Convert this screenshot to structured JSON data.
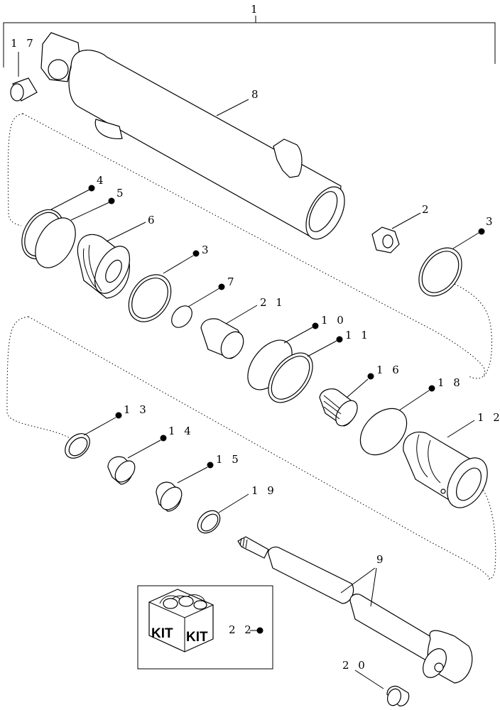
{
  "callouts": {
    "c1": "1",
    "c2": "2",
    "c3a": "3",
    "c3b": "3",
    "c4": "4",
    "c5": "5",
    "c6": "6",
    "c7": "7",
    "c8": "8",
    "c9": "9",
    "c10": "1 0",
    "c11": "1 1",
    "c12": "1 2",
    "c13": "1 3",
    "c14": "1 4",
    "c15": "1 5",
    "c16": "1 6",
    "c17": "1 7",
    "c18": "1 8",
    "c19": "1 9",
    "c20": "2 0",
    "c21": "2 1",
    "c22": "2 2"
  },
  "kit": {
    "left_label": "KIT",
    "right_label": "KIT"
  }
}
